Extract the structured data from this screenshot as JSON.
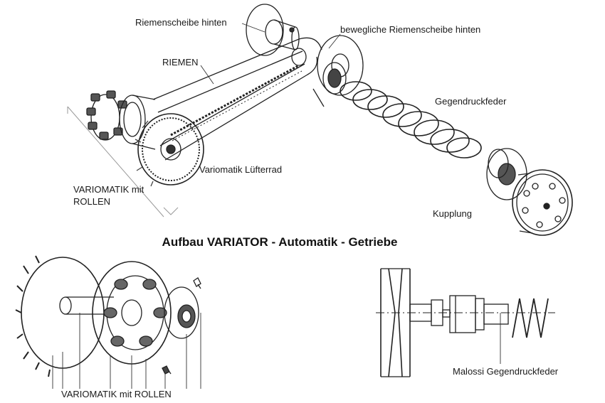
{
  "title": "Aufbau VARIATOR - Automatik - Getriebe",
  "labels": {
    "riemenscheibe_hinten": "Riemenscheibe hinten",
    "bewegliche_riemenscheibe": "bewegliche Riemenscheibe hinten",
    "riemen": "RIEMEN",
    "gegendruckfeder": "Gegendruckfeder",
    "variomatik_luefterrad": "Variomatik Lüfterrad",
    "variomatik_rollen_line1": "VARIOMATIK mit",
    "variomatik_rollen_line2": "ROLLEN",
    "kupplung": "Kupplung",
    "variomatik_rollen_bottom": "VARIOMATIK mit ROLLEN",
    "malossi": "Malossi Gegendruckfeder"
  }
}
